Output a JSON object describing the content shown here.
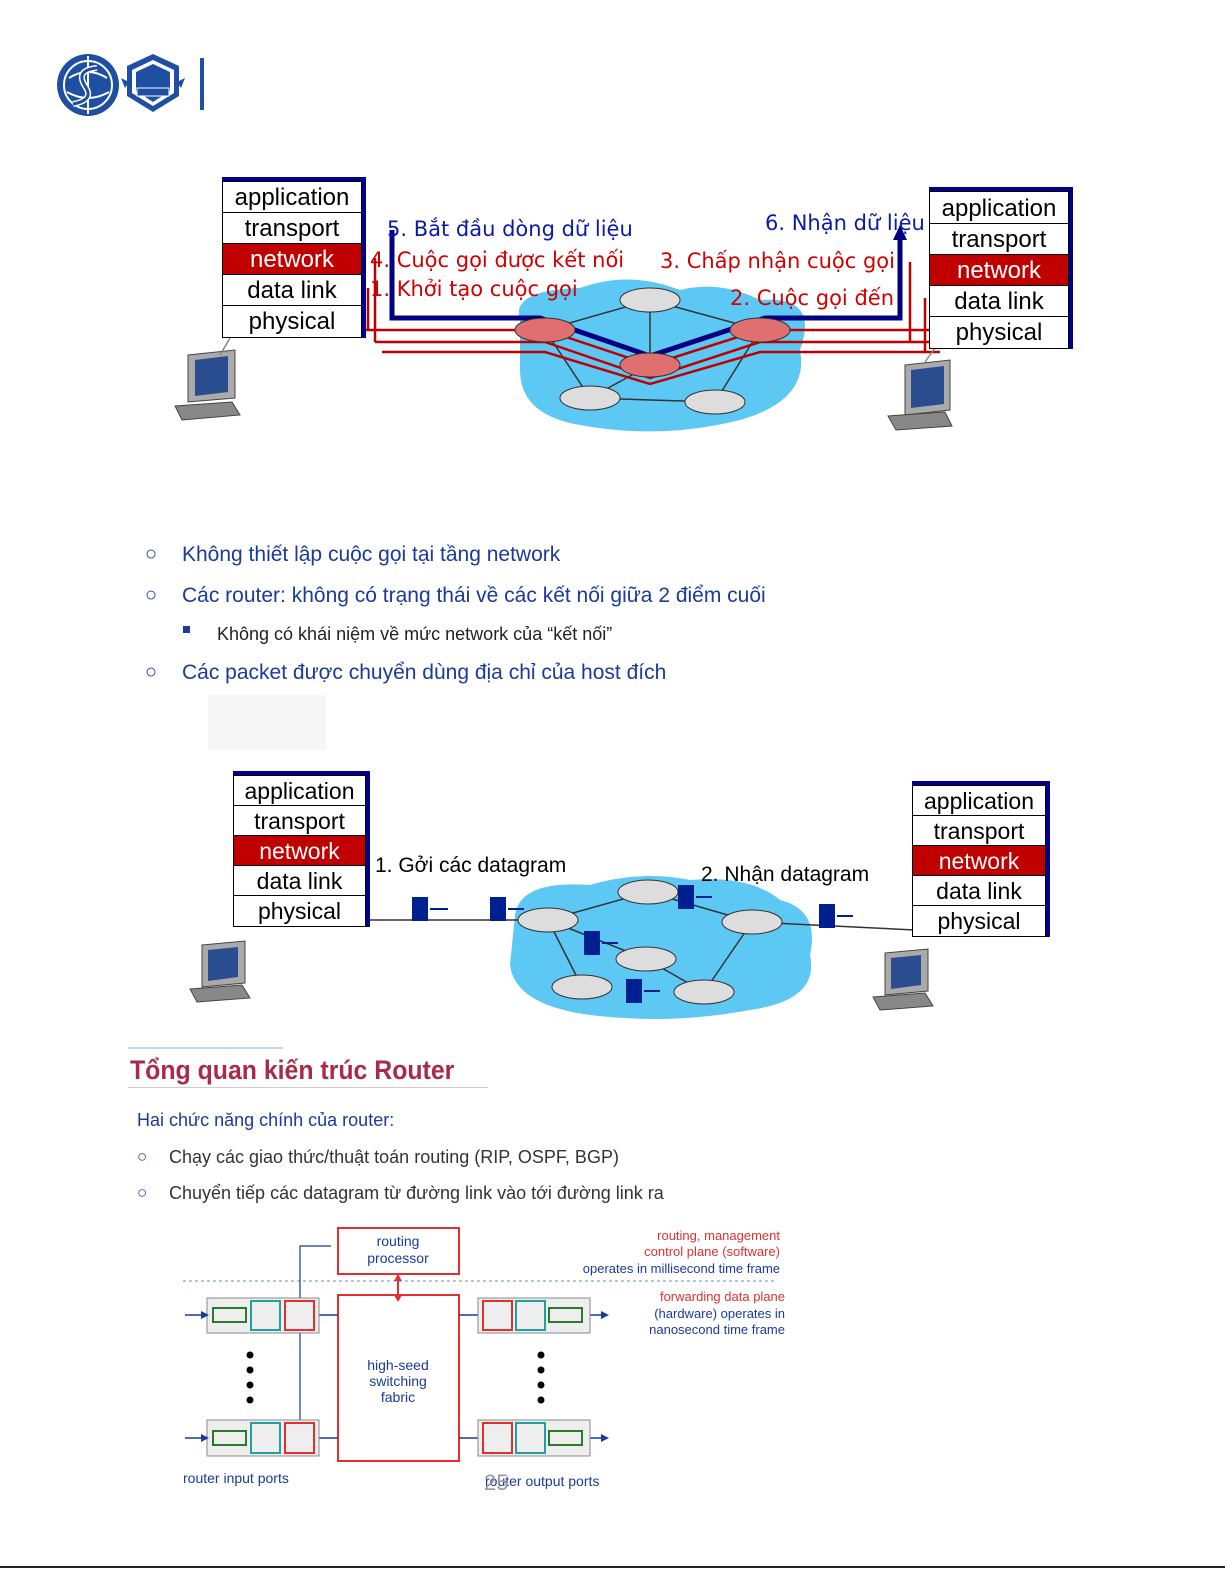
{
  "header": {
    "logo_alt": "school-logos"
  },
  "diagram1": {
    "left_stack": [
      "application",
      "transport",
      "network",
      "data link",
      "physical"
    ],
    "right_stack": [
      "application",
      "transport",
      "network",
      "data link",
      "physical"
    ],
    "labels": {
      "step5": "5. Bắt đầu dòng dữ liệu",
      "step4": "4. Cuộc gọi được kết nối",
      "step1": "1. Khởi tạo cuộc gọi",
      "step6": "6. Nhận dữ liệu",
      "step3": "3. Chấp nhận cuộc gọi",
      "step2": "2. Cuộc gọi đến"
    }
  },
  "bullets1": [
    {
      "level": 1,
      "text": "Không thiết lập cuộc gọi tại tầng network"
    },
    {
      "level": 1,
      "text": "Các router: không có trạng thái về các kết nối giữa 2 điểm cuối"
    },
    {
      "level": 2,
      "text": "Không có khái niệm về mức network của “kết nối”"
    },
    {
      "level": 1,
      "text": "Các packet được chuyển dùng địa chỉ của host đích"
    }
  ],
  "diagram2": {
    "left_stack": [
      "application",
      "transport",
      "network",
      "data link",
      "physical"
    ],
    "right_stack": [
      "application",
      "transport",
      "network",
      "data link",
      "physical"
    ],
    "send_label": "1. Gởi các datagram",
    "recv_label": "2. Nhận datagram"
  },
  "section": {
    "title": "Tổng quan kiến trúc Router",
    "intro": "Hai chức năng chính của router:",
    "items": [
      "Chạy các giao thức/thuật toán routing (RIP, OSPF, BGP)",
      "Chuyển tiếp các datagram từ đường link vào tới đường link ra"
    ]
  },
  "router_diagram": {
    "routing_processor": [
      "routing",
      "processor"
    ],
    "fabric": [
      "high-seed",
      "switching",
      "fabric"
    ],
    "control_plane": [
      "routing, management",
      "control plane (software)",
      "operates in millisecond time frame"
    ],
    "data_plane": [
      "forwarding data plane",
      "(hardware) operates in",
      "nanosecond time frame"
    ],
    "input_ports": "router input ports",
    "output_ports": "router output ports"
  },
  "page_number": "25",
  "colors": {
    "accent_blue": "#1a3a9c",
    "title_red": "#a82c4a",
    "network_red": "#c00000"
  }
}
